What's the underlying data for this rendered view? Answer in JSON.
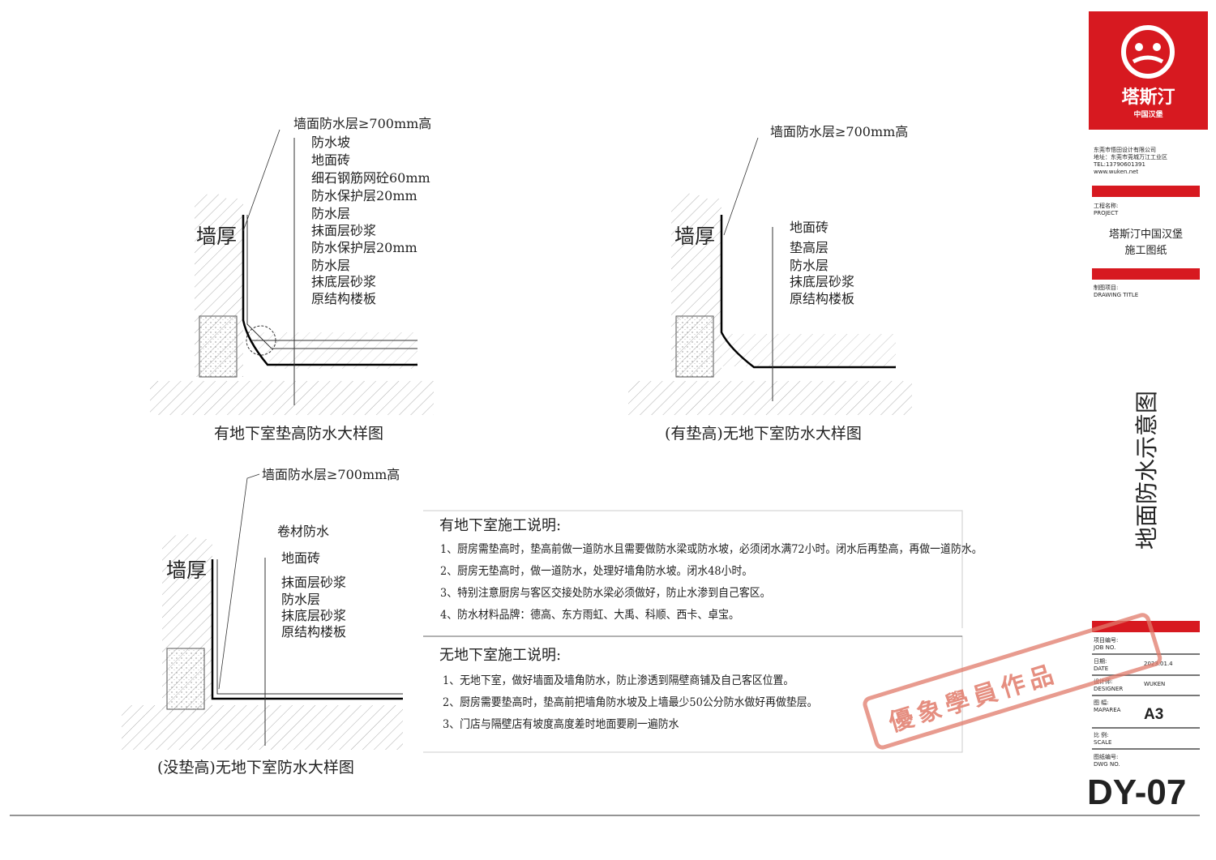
{
  "detail1": {
    "wall_label": "墙厚",
    "caption": "有地下室垫高防水大样图",
    "labels": [
      "墙面防水层≥700mm高",
      "防水坡",
      "地面砖",
      "细石钢筋网砼60mm",
      "防水保护层20mm",
      "防水层",
      "抹面层砂浆",
      "防水保护层20mm",
      "防水层",
      "抹底层砂浆",
      "原结构楼板"
    ]
  },
  "detail2": {
    "wall_label": "墙厚",
    "caption": "(有垫高)无地下室防水大样图",
    "top_label": "墙面防水层≥700mm高",
    "labels": [
      "地面砖",
      "垫高层",
      "防水层",
      "抹底层砂浆",
      "原结构楼板"
    ]
  },
  "detail3": {
    "wall_label": "墙厚",
    "caption": "(没垫高)无地下室防水大样图",
    "top_label": "墙面防水层≥700mm高",
    "membrane_label": "卷材防水",
    "labels": [
      "地面砖",
      "抹面层砂浆",
      "防水层",
      "抹底层砂浆",
      "原结构楼板"
    ]
  },
  "notes": {
    "basement_title": "有地下室施工说明:",
    "basement": [
      "1、厨房需垫高时，垫高前做一道防水且需要做防水梁或防水坡，必须闭水满72小时。闭水后再垫高，再做一道防水。",
      "2、厨房无垫高时，做一道防水，处理好墙角防水坡。闭水48小时。",
      "3、特别注意厨房与客区交接处防水梁必须做好，防止水渗到自己客区。",
      "4、防水材料品牌：德高、东方雨虹、大禹、科顺、西卡、卓宝。"
    ],
    "no_basement_title": "无地下室施工说明:",
    "no_basement": [
      "1、无地下室，做好墙面及墙角防水，防止渗透到隔壁商铺及自己客区位置。",
      "2、厨房需要垫高时，垫高前把墙角防水坡及上墙最少50公分防水做好再做垫层。",
      "3、门店与隔壁店有坡度高度差时地面要刷一遍防水"
    ]
  },
  "title_block": {
    "brand": "塔斯汀",
    "brand_sub": "中国汉堡",
    "company": [
      "东莞市悟田设计有限公司",
      "地址：东莞市莞城万江工业区",
      "TEL:13790601391",
      "www.wuken.net"
    ],
    "project_label_cn": "工程名称:",
    "project_label_en": "PROJECT",
    "project_name": [
      "塔斯汀中国汉堡",
      "施工图纸"
    ],
    "drawing_title_cn": "制图项目:",
    "drawing_title_en": "DRAWING TITLE",
    "drawing_title": "地面防水示意图",
    "job_cn": "项目编号:",
    "job_en": "JOB NO.",
    "date_cn": "日期:",
    "date_en": "DATE",
    "date": "2023.01.4",
    "designer_cn": "设计师:",
    "designer_en": "DESIGNER",
    "designer": "WUKEN",
    "map_cn": "图 幅:",
    "map_en": "MAPAREA",
    "map": "A3",
    "scale_cn": "比 例:",
    "scale_en": "SCALE",
    "dwg_cn": "图纸编号:",
    "dwg_en": "DWG NO.",
    "dwg": "DY-07"
  },
  "watermark": "優象學員作品",
  "colors": {
    "brand_red": "#d71920",
    "stamp": "#e07a6a"
  }
}
